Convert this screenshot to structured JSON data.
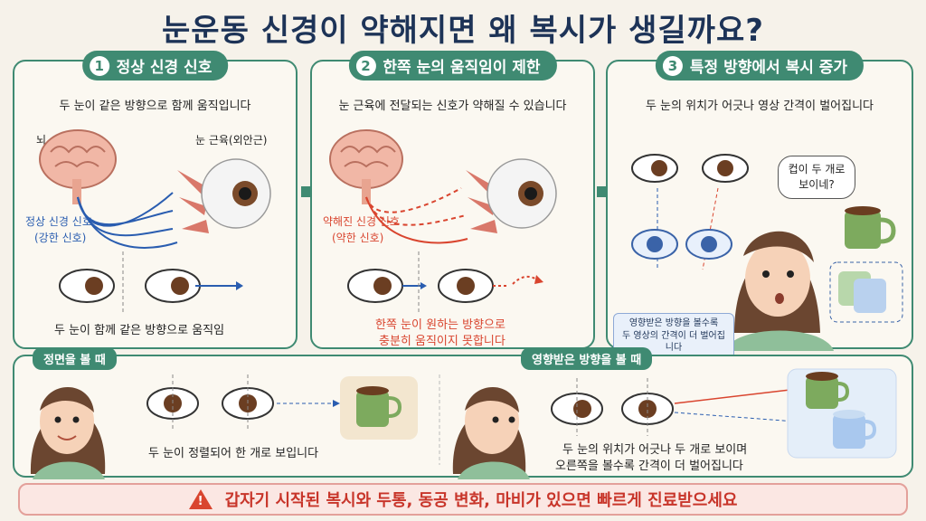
{
  "title": "눈운동 신경이 약해지면 왜 복시가 생길까요?",
  "panel1": {
    "number": "1",
    "heading": "정상 신경 신호",
    "subtitle": "두 눈이 같은 방향으로 함께 움직입니다",
    "label_brain": "뇌",
    "label_muscle": "눈 근육(외안근)",
    "label_signal": "정상 신경 신호",
    "label_signal_strength": "(강한 신호)",
    "caption": "두 눈이 함께 같은 방향으로 움직임"
  },
  "panel2": {
    "number": "2",
    "heading": "한쪽 눈의 움직임이 제한",
    "subtitle": "눈 근육에 전달되는 신호가 약해질 수 있습니다",
    "label_signal": "약해진 신경 신호",
    "label_signal_strength": "(약한 신호)",
    "caption_line1": "한쪽 눈이 원하는 방향으로",
    "caption_line2": "충분히 움직이지 못합니다"
  },
  "panel3": {
    "number": "3",
    "heading": "특정 방향에서 복시 증가",
    "subtitle": "두 눈의 위치가 어긋나 영상 간격이 벌어집니다",
    "bubble_line1": "컵이 두 개로",
    "bubble_line2": "보이네?",
    "note_line1": "영향받은 방향을 볼수록",
    "note_line2": "두 영상의 간격이 더 벌어집니다"
  },
  "bottom": {
    "left_tag": "정면을 볼 때",
    "left_caption": "두 눈이 정렬되어 한 개로 보입니다",
    "right_tag": "영향받은 방향을 볼 때",
    "right_caption_line1": "두 눈의 위치가 어긋나 두 개로 보이며",
    "right_caption_line2": "오른쪽을 볼수록 간격이 더 벌어집니다"
  },
  "warning": {
    "icon": "warning-triangle-icon",
    "text": "갑자기 시작된 복시와 두통, 동공 변화, 마비가 있으면 빠르게 진료받으세요"
  },
  "colors": {
    "accent": "#3f8a72",
    "title": "#1d3357",
    "normal_signal": "#2a5db0",
    "weak_signal": "#d9452f",
    "warning_bg": "#fbe7e3"
  }
}
